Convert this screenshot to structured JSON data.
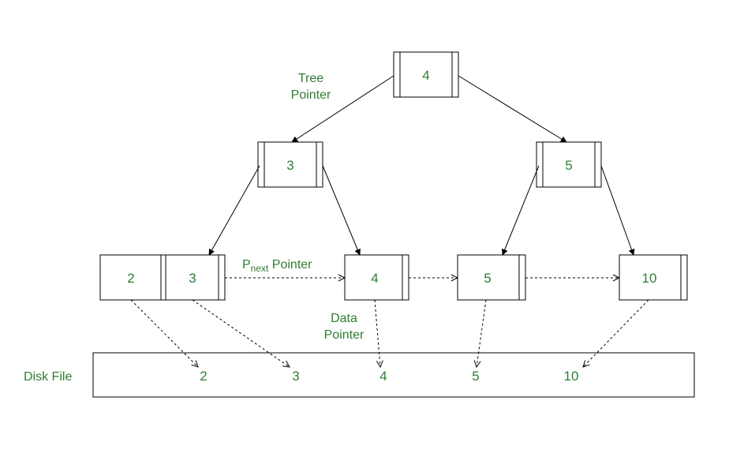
{
  "colors": {
    "text": "#2e7d32",
    "stroke": "#000000",
    "background": "#ffffff"
  },
  "tree": {
    "root": {
      "key": "4"
    },
    "internal_left": {
      "key": "3"
    },
    "internal_right": {
      "key": "5"
    },
    "leaves": [
      {
        "keys": [
          "2",
          "3"
        ]
      },
      {
        "keys": [
          "4"
        ]
      },
      {
        "keys": [
          "5"
        ]
      },
      {
        "keys": [
          "10"
        ]
      }
    ]
  },
  "labels": {
    "tree_pointer": [
      "Tree",
      "Pointer"
    ],
    "pnext_main": "P",
    "pnext_sub": "next",
    "pnext_rest": " Pointer",
    "data_pointer": [
      "Data",
      "Pointer"
    ],
    "disk_file": "Disk File"
  },
  "disk": {
    "records": [
      "2",
      "3",
      "4",
      "5",
      "10"
    ]
  }
}
